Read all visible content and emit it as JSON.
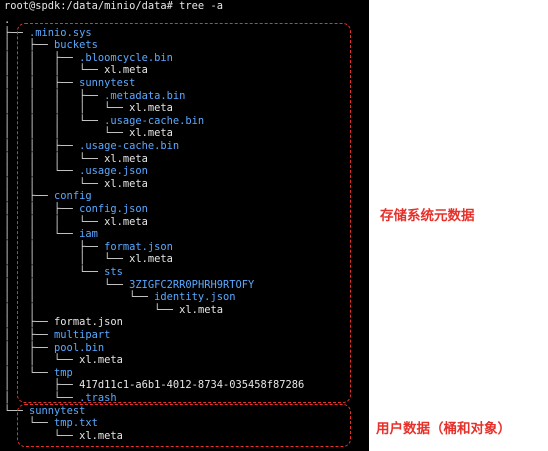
{
  "terminal": {
    "prompt": "root@spdk:/data/minio/data# tree -a",
    "lines": [
      {
        "pre": ".",
        "name": "",
        "kind": "tree"
      },
      {
        "pre": "├── ",
        "name": ".minio.sys",
        "kind": "dir"
      },
      {
        "pre": "│   ├── ",
        "name": "buckets",
        "kind": "dir"
      },
      {
        "pre": "│   │   ├── ",
        "name": ".bloomcycle.bin",
        "kind": "dir"
      },
      {
        "pre": "│   │   │   └── ",
        "name": "xl.meta",
        "kind": "file"
      },
      {
        "pre": "│   │   ├── ",
        "name": "sunnytest",
        "kind": "dir"
      },
      {
        "pre": "│   │   │   ├── ",
        "name": ".metadata.bin",
        "kind": "dir"
      },
      {
        "pre": "│   │   │   │   └── ",
        "name": "xl.meta",
        "kind": "file"
      },
      {
        "pre": "│   │   │   └── ",
        "name": ".usage-cache.bin",
        "kind": "dir"
      },
      {
        "pre": "│   │   │       └── ",
        "name": "xl.meta",
        "kind": "file"
      },
      {
        "pre": "│   │   ├── ",
        "name": ".usage-cache.bin",
        "kind": "dir"
      },
      {
        "pre": "│   │   │   └── ",
        "name": "xl.meta",
        "kind": "file"
      },
      {
        "pre": "│   │   └── ",
        "name": ".usage.json",
        "kind": "dir"
      },
      {
        "pre": "│   │       └── ",
        "name": "xl.meta",
        "kind": "file"
      },
      {
        "pre": "│   ├── ",
        "name": "config",
        "kind": "dir"
      },
      {
        "pre": "│   │   ├── ",
        "name": "config.json",
        "kind": "dir"
      },
      {
        "pre": "│   │   │   └── ",
        "name": "xl.meta",
        "kind": "file"
      },
      {
        "pre": "│   │   └── ",
        "name": "iam",
        "kind": "dir"
      },
      {
        "pre": "│   │       ├── ",
        "name": "format.json",
        "kind": "dir"
      },
      {
        "pre": "│   │       │   └── ",
        "name": "xl.meta",
        "kind": "file"
      },
      {
        "pre": "│   │       └── ",
        "name": "sts",
        "kind": "dir"
      },
      {
        "pre": "│   │           └── ",
        "name": "3ZIGFC2RR0PHRH9RTOFY",
        "kind": "dir"
      },
      {
        "pre": "│   │               └── ",
        "name": "identity.json",
        "kind": "dir"
      },
      {
        "pre": "│   │                   └── ",
        "name": "xl.meta",
        "kind": "file"
      },
      {
        "pre": "│   ├── ",
        "name": "format.json",
        "kind": "file"
      },
      {
        "pre": "│   ├── ",
        "name": "multipart",
        "kind": "dir"
      },
      {
        "pre": "│   ├── ",
        "name": "pool.bin",
        "kind": "dir"
      },
      {
        "pre": "│   │   └── ",
        "name": "xl.meta",
        "kind": "file"
      },
      {
        "pre": "│   └── ",
        "name": "tmp",
        "kind": "dir"
      },
      {
        "pre": "│       ├── ",
        "name": "417d11c1-a6b1-4012-8734-035458f87286",
        "kind": "file"
      },
      {
        "pre": "│       └── ",
        "name": ".trash",
        "kind": "dir"
      },
      {
        "pre": "└── ",
        "name": "sunnytest",
        "kind": "dir"
      },
      {
        "pre": "    └── ",
        "name": "tmp.txt",
        "kind": "dir"
      },
      {
        "pre": "        └── ",
        "name": "xl.meta",
        "kind": "file"
      }
    ]
  },
  "annotations": {
    "system_metadata": "存储系统元数据",
    "user_data": "用户数据（桶和对象）"
  },
  "colors": {
    "terminal_bg": "#000000",
    "directory": "#5aa9ff",
    "file": "#e6e6e6",
    "annotation": "#e8302a"
  }
}
